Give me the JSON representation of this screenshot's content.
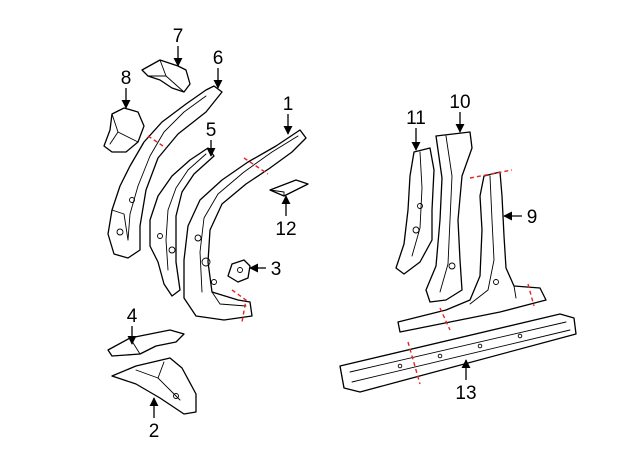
{
  "callouts": {
    "c1": "1",
    "c2": "2",
    "c3": "3",
    "c4": "4",
    "c5": "5",
    "c6": "6",
    "c7": "7",
    "c8": "8",
    "c9": "9",
    "c10": "10",
    "c11": "11",
    "c12": "12",
    "c13": "13"
  },
  "colors": {
    "line": "#000000",
    "cut_line": "#e8231f",
    "background": "#ffffff"
  }
}
